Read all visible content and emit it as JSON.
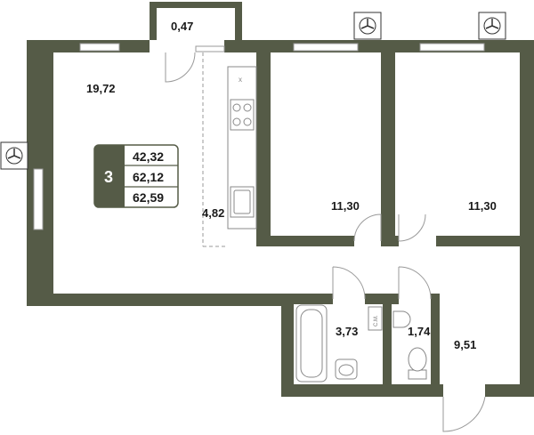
{
  "colors": {
    "wall": "#555b47",
    "fixture": "#888888",
    "badge_dark": "#555b47",
    "door_line": "#9a9a9a"
  },
  "rooms": {
    "balcony": "0,47",
    "living": "19,72",
    "kitchen": "4,82",
    "bedroom_1": "11,30",
    "bedroom_2": "11,30",
    "bathroom": "3,73",
    "wc": "1,74",
    "hall": "9,51"
  },
  "badge": {
    "room_count": "3",
    "area_living": "42,32",
    "area_total": "62,12",
    "area_full": "62,59"
  },
  "fixtures": {
    "washer_label": "С.М.",
    "hood_label": "x"
  },
  "icons": [
    "ac-fan-icon",
    "ac-fan-icon",
    "ac-fan-icon",
    "window-icon",
    "stove-icon",
    "sink-icon",
    "bathtub-icon",
    "toilet-icon"
  ]
}
